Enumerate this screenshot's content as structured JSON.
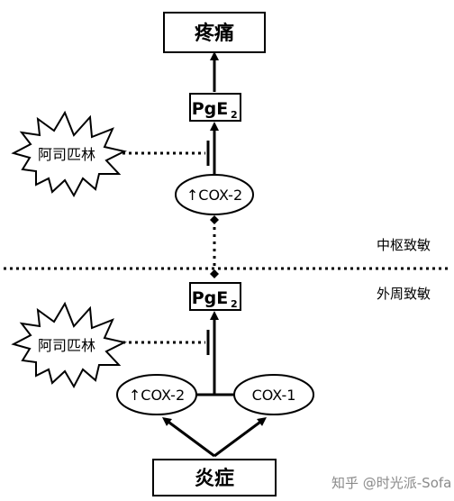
{
  "nodes": {
    "pain": "疼痛",
    "pge2_upper": "PgE",
    "pge2_lower": "PgE",
    "pge2_subscript": "2",
    "cox2_upper": "↑COX-2",
    "cox2_lower": "↑COX-2",
    "cox1": "COX-1",
    "inflammation": "炎症",
    "aspirin_upper": "阿司匹林",
    "aspirin_lower": "阿司匹林"
  },
  "regions": {
    "central": "中枢致敏",
    "peripheral": "外周致敏"
  },
  "watermark": "知乎 @时光派-Sofa"
}
